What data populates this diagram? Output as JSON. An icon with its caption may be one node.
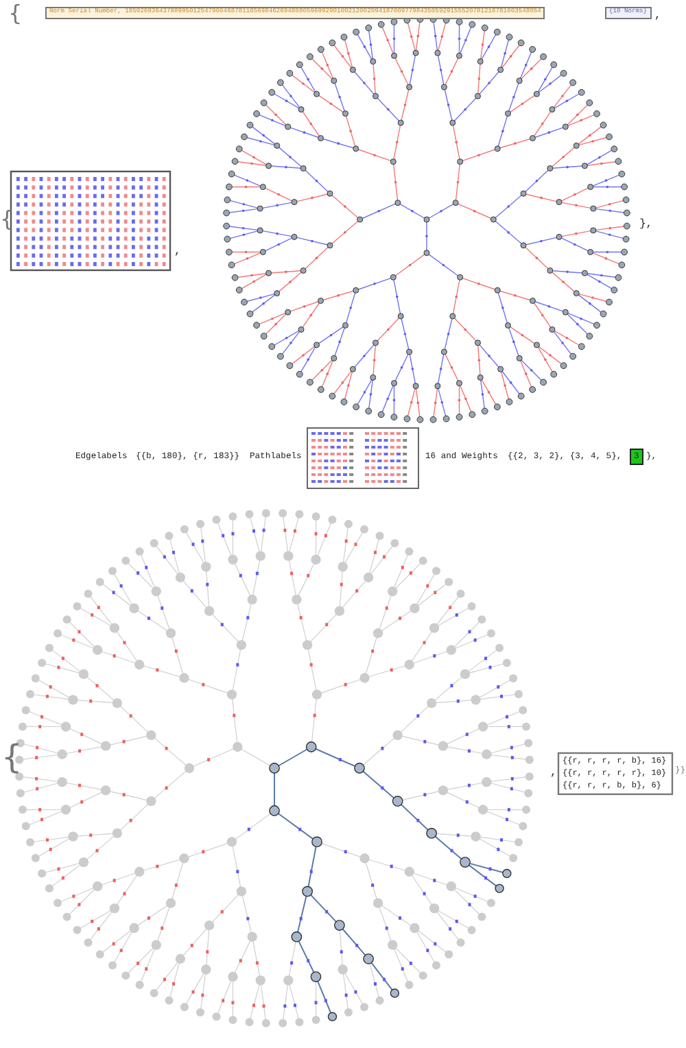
{
  "diagram": {
    "labels": [
      "{",
      "Norm Serial Number, 18502693643788995012547900468781165698462694808059699290100212002094187009779843505929155520781218781003548054",
      "{10 Norms}",
      ",",
      "{",
      ",",
      "},",
      "Edgelabels",
      "{{b, 180}, {r, 183}}",
      "Pathlabels",
      "16 and Weights",
      "{{2, 3, 2}, {3, 4, 5},",
      "3",
      "},",
      "{",
      ",",
      "{{r, r, r, r, b}, 16}",
      "{{r, r, r, r, r}, 10}",
      "{{r, r, r, b, b}, 6}",
      "}}"
    ]
  }
}
